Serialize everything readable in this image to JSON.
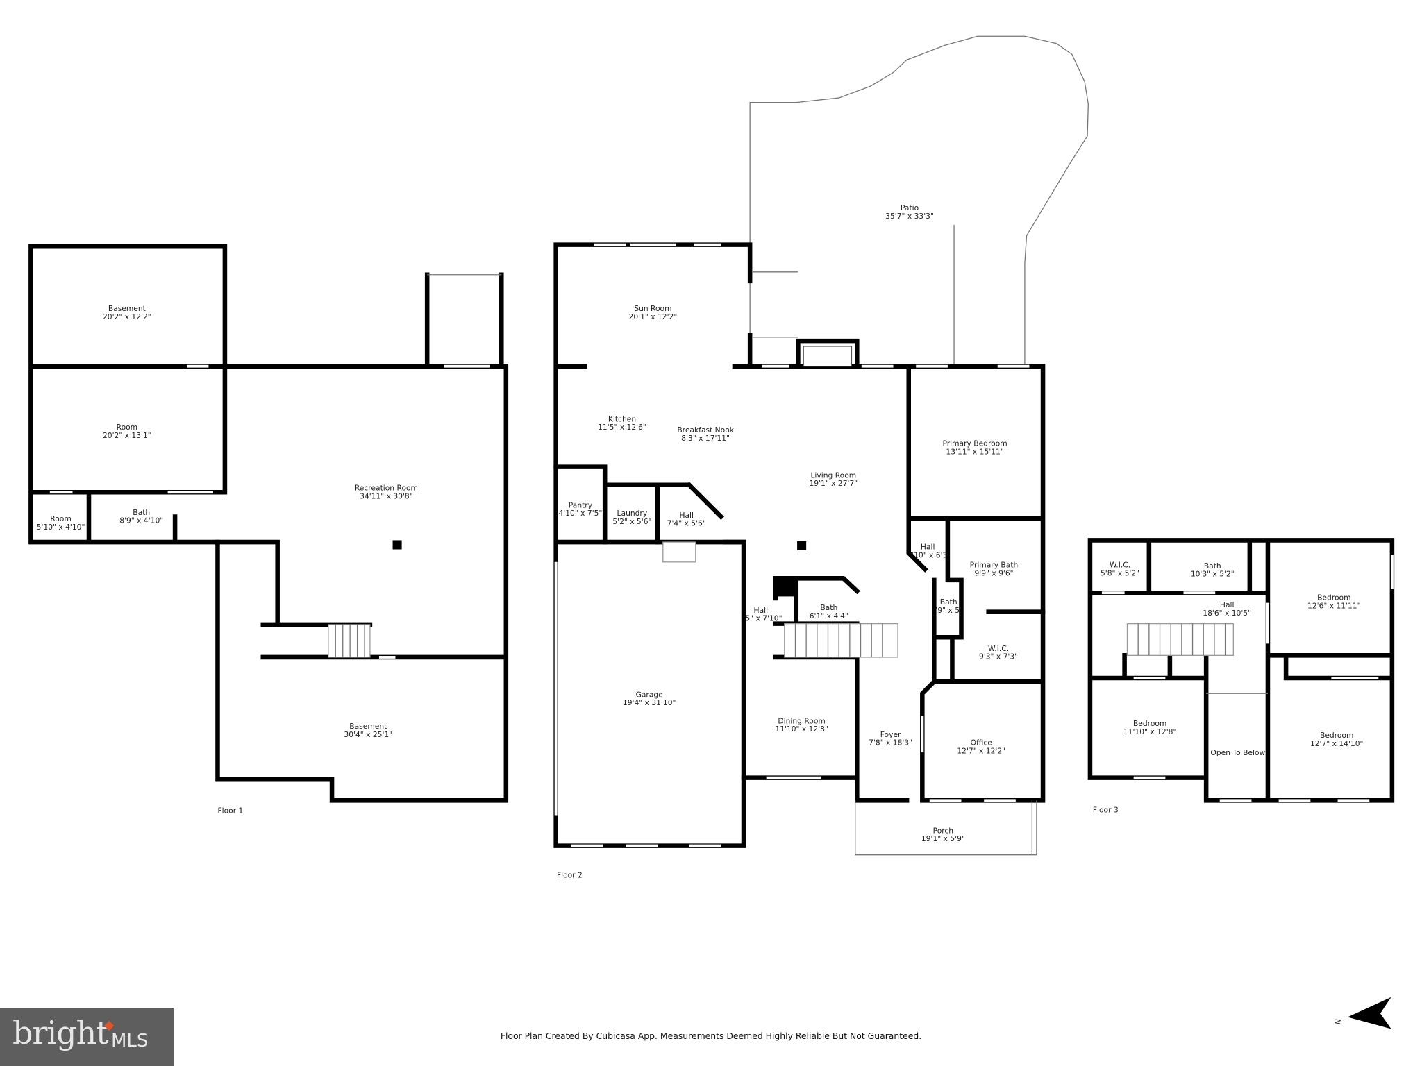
{
  "floor1": {
    "label": "Floor 1",
    "rooms": [
      {
        "name": "Basement",
        "dims": "20'2\" x 12'2\""
      },
      {
        "name": "Room",
        "dims": "20'2\" x 13'1\""
      },
      {
        "name": "Bath",
        "dims": "8'9\" x 4'10\""
      },
      {
        "name": "Room",
        "dims": "5'10\" x 4'10\""
      },
      {
        "name": "Recreation Room",
        "dims": "34'11\" x 30'8\""
      },
      {
        "name": "Basement",
        "dims": "30'4\" x 25'1\""
      }
    ]
  },
  "floor2": {
    "label": "Floor 2",
    "rooms": [
      {
        "name": "Patio",
        "dims": "35'7\" x 33'3\""
      },
      {
        "name": "Sun Room",
        "dims": "20'1\" x 12'2\""
      },
      {
        "name": "Kitchen",
        "dims": "11'5\" x 12'6\""
      },
      {
        "name": "Breakfast Nook",
        "dims": "8'3\" x 17'11\""
      },
      {
        "name": "Living Room",
        "dims": "19'1\" x 27'7\""
      },
      {
        "name": "Primary Bedroom",
        "dims": "13'11\" x 15'11\""
      },
      {
        "name": "Pantry",
        "dims": "4'10\" x 7'5\""
      },
      {
        "name": "Laundry",
        "dims": "5'2\" x 5'6\""
      },
      {
        "name": "Hall",
        "dims": "7'4\" x 5'6\""
      },
      {
        "name": "Hall",
        "dims": "'10\" x 6'3"
      },
      {
        "name": "Primary Bath",
        "dims": "9'9\" x 9'6\""
      },
      {
        "name": "Bath",
        "dims": "'9\" x 5'"
      },
      {
        "name": "Bath",
        "dims": "6'1\" x 4'4\""
      },
      {
        "name": "Hall",
        "dims": "'5\" x 7'10\""
      },
      {
        "name": "W.I.C.",
        "dims": "9'3\" x 7'3\""
      },
      {
        "name": "Garage",
        "dims": "19'4\" x 31'10\""
      },
      {
        "name": "Dining Room",
        "dims": "11'10\" x 12'8\""
      },
      {
        "name": "Foyer",
        "dims": "7'8\" x 18'3\""
      },
      {
        "name": "Office",
        "dims": "12'7\" x 12'2\""
      },
      {
        "name": "Porch",
        "dims": "19'1\" x 5'9\""
      }
    ]
  },
  "floor3": {
    "label": "Floor 3",
    "rooms": [
      {
        "name": "W.I.C.",
        "dims": "5'8\" x 5'2\""
      },
      {
        "name": "Bath",
        "dims": "10'3\" x 5'2\""
      },
      {
        "name": "Hall",
        "dims": "18'6\" x 10'5\""
      },
      {
        "name": "Bedroom",
        "dims": "12'6\" x 11'11\""
      },
      {
        "name": "Bedroom",
        "dims": "11'10\" x 12'8\""
      },
      {
        "name": "Open To Below",
        "dims": ""
      },
      {
        "name": "Bedroom",
        "dims": "12'7\" x 14'10\""
      }
    ]
  },
  "footer": {
    "disclaimer": "Floor Plan Created By Cubicasa App. Measurements Deemed Highly Reliable But Not Guaranteed."
  },
  "compass": {
    "label": "N",
    "icon": "north-arrow-icon"
  },
  "logo": {
    "brand": "bright",
    "suffix": "MLS",
    "accent": "#e0552b",
    "background": "#5e5e5e"
  }
}
